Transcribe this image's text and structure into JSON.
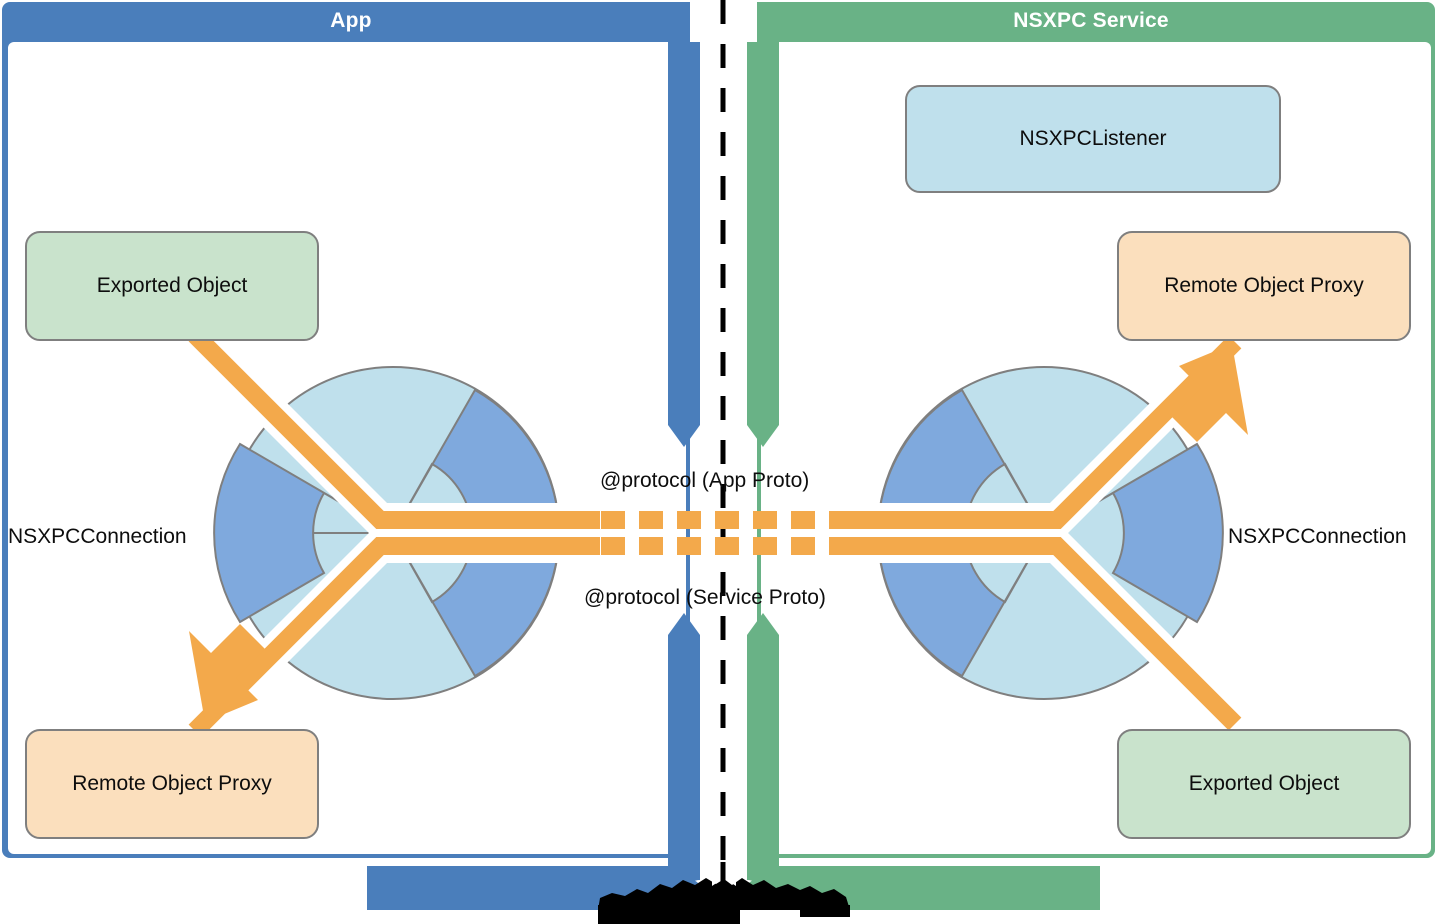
{
  "diagram": {
    "title_app": "App",
    "title_service": "NSXPC Service",
    "colors": {
      "app_panel": "#4a7ebb",
      "service_panel": "#69b286",
      "green_box_fill": "#c9e3cc",
      "orange_box_fill": "#fbdfbd",
      "lightblue_box_fill": "#bfe0ec",
      "arrow_orange": "#f3a94b",
      "hub_blue": "#7fa9dd",
      "hub_lightblue": "#bfe0ec",
      "box_stroke": "#7f7f7f",
      "divider": "#000000"
    },
    "app": {
      "exported_object": "Exported Object",
      "remote_object_proxy": "Remote Object Proxy",
      "connection_label": "NSXPCConnection"
    },
    "service": {
      "listener": "NSXPCListener",
      "remote_object_proxy": "Remote Object Proxy",
      "exported_object": "Exported Object",
      "connection_label": "NSXPCConnection"
    },
    "channels": {
      "top": "@protocol (App Proto)",
      "bottom": "@protocol (Service Proto)"
    }
  }
}
